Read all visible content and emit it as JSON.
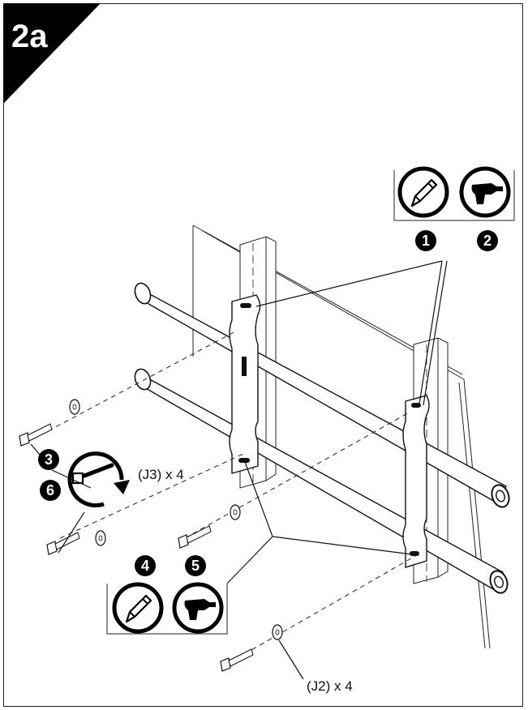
{
  "step": "2a",
  "markers": [
    "1",
    "2",
    "3",
    "4",
    "5",
    "6"
  ],
  "callouts": {
    "j3": "(J3) x 4",
    "j2": "(J2) x 4"
  },
  "tools": {
    "top": [
      "pencil-icon",
      "drill-icon"
    ],
    "bottom": [
      "pencil-icon",
      "drill-icon"
    ],
    "wrench": "wrench-icon"
  },
  "colors": {
    "ink": "#111111",
    "marker": "#000000",
    "paper": "#ffffff"
  }
}
